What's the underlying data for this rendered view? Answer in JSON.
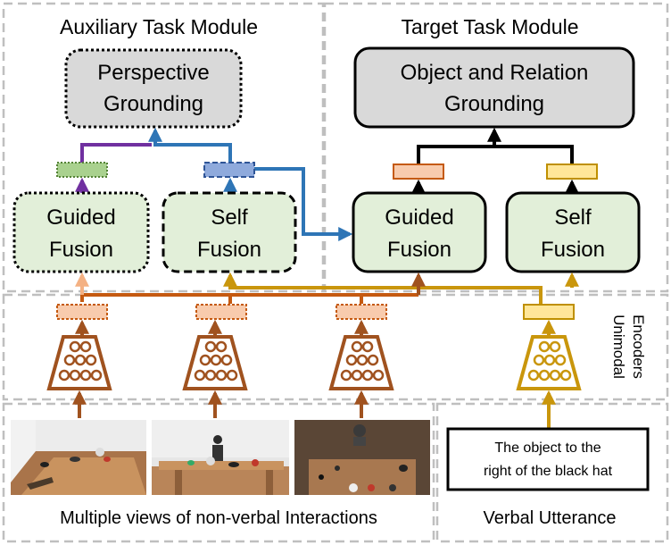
{
  "auxiliary": {
    "title": "Auxiliary Task Module",
    "head_line1": "Perspective",
    "head_line2": "Grounding",
    "guided_line1": "Guided",
    "guided_line2": "Fusion",
    "self_line1": "Self",
    "self_line2": "Fusion"
  },
  "target": {
    "title": "Target Task Module",
    "head_line1": "Object and Relation",
    "head_line2": "Grounding",
    "guided_line1": "Guided",
    "guided_line2": "Fusion",
    "self_line1": "Self",
    "self_line2": "Fusion"
  },
  "encoders": {
    "label_line1": "Unimodal",
    "label_line2": "Encoders"
  },
  "inputs": {
    "views_caption": "Multiple views of non-verbal Interactions",
    "utterance_caption": "Verbal Utterance",
    "utterance_line1": "The object to the",
    "utterance_line2": "right of the black hat"
  },
  "colors": {
    "fusion_fill": "#e2efd9",
    "head_fill": "#d9d9d9",
    "view_arrow": "#a0521f",
    "verbal_arrow": "#c9960c",
    "purple": "#7030a0",
    "blue": "#2e75b6",
    "dashed_frame": "#bfbfbf"
  }
}
